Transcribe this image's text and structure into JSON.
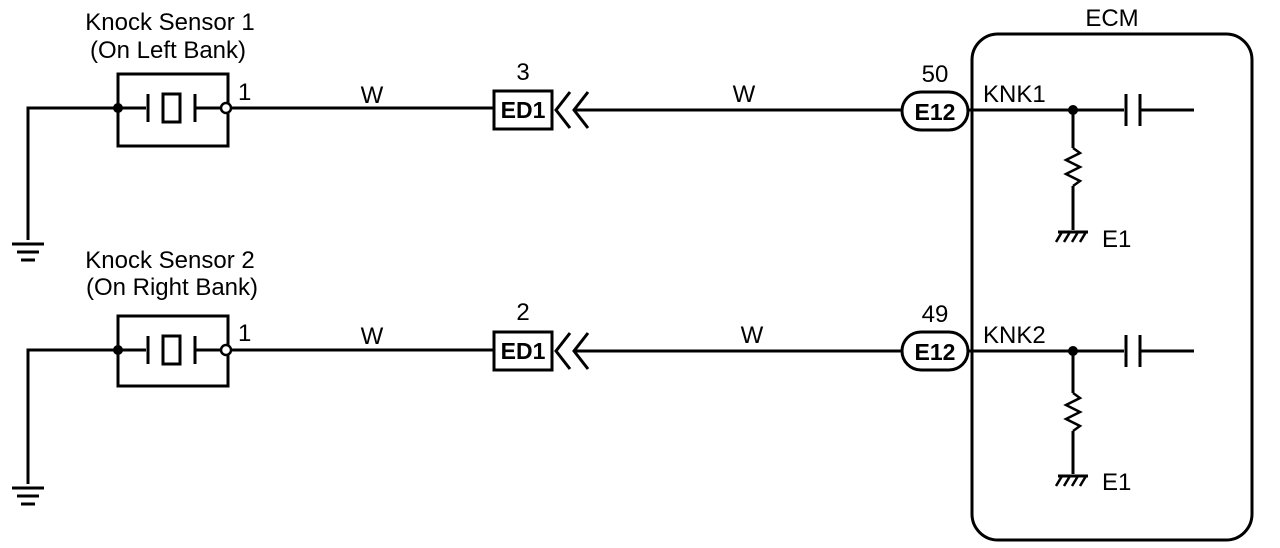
{
  "ecm": {
    "label": "ECM"
  },
  "sensor1": {
    "title": "Knock Sensor 1",
    "subtitle": "(On Left Bank)",
    "pin": "1",
    "wire_left": "W",
    "connector": "ED1",
    "connector_pin": "3",
    "wire_right": "W",
    "ecm_connector": "E12",
    "ecm_pin": "50",
    "signal": "KNK1",
    "ground": "E1"
  },
  "sensor2": {
    "title": "Knock Sensor 2",
    "subtitle": "(On Right Bank)",
    "pin": "1",
    "wire_left": "W",
    "connector": "ED1",
    "connector_pin": "2",
    "wire_right": "W",
    "ecm_connector": "E12",
    "ecm_pin": "49",
    "signal": "KNK2",
    "ground": "E1"
  }
}
